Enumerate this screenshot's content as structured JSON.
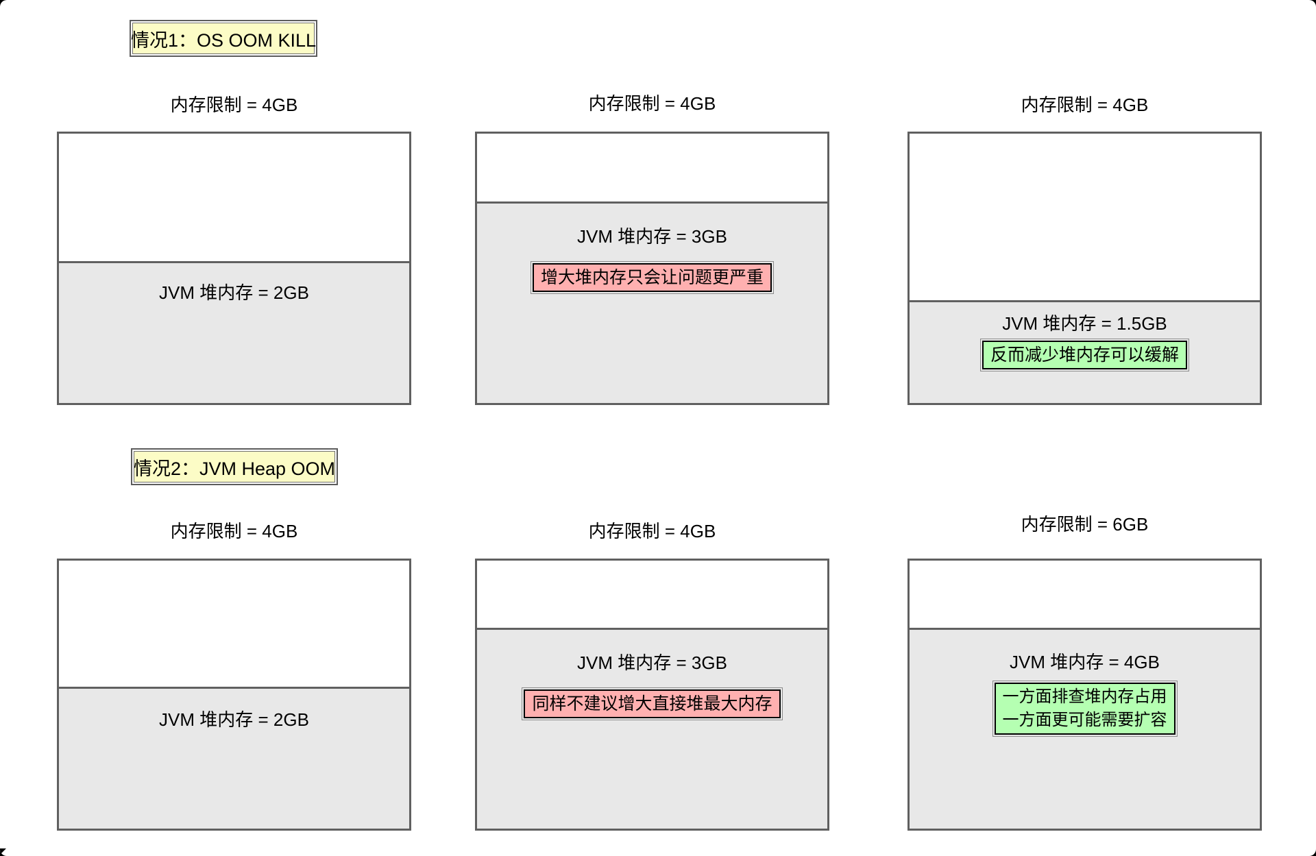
{
  "colors": {
    "box_border": "#606060",
    "heap_fill": "#E8E8E8",
    "title_fill": "#FCFCC6",
    "warning_fill": "#FFB0B0",
    "positive_fill": "#B5FFB2"
  },
  "cases": [
    {
      "title": "情况1：OS OOM KILL",
      "columns": [
        {
          "limit": "内存限制 = 4GB",
          "heap": "JVM 堆内存 = 2GB"
        },
        {
          "limit": "内存限制 = 4GB",
          "heap": "JVM 堆内存 = 3GB",
          "callout": {
            "style": "warning-red",
            "lines": [
              "增大堆内存只会让问题更严重"
            ]
          }
        },
        {
          "limit": "内存限制 = 4GB",
          "heap": "JVM 堆内存 = 1.5GB",
          "callout": {
            "style": "positive-green",
            "lines": [
              "反而减少堆内存可以缓解"
            ]
          }
        }
      ]
    },
    {
      "title": "情况2：JVM Heap OOM",
      "columns": [
        {
          "limit": "内存限制 = 4GB",
          "heap": "JVM 堆内存 = 2GB"
        },
        {
          "limit": "内存限制 = 4GB",
          "heap": "JVM 堆内存 = 3GB",
          "callout": {
            "style": "warning-red",
            "lines": [
              "同样不建议增大直接堆最大内存"
            ]
          }
        },
        {
          "limit": "内存限制 = 6GB",
          "heap": "JVM 堆内存 = 4GB",
          "callout": {
            "style": "positive-green",
            "lines": [
              "一方面排查堆内存占用",
              "一方面更可能需要扩容"
            ]
          }
        }
      ]
    }
  ]
}
